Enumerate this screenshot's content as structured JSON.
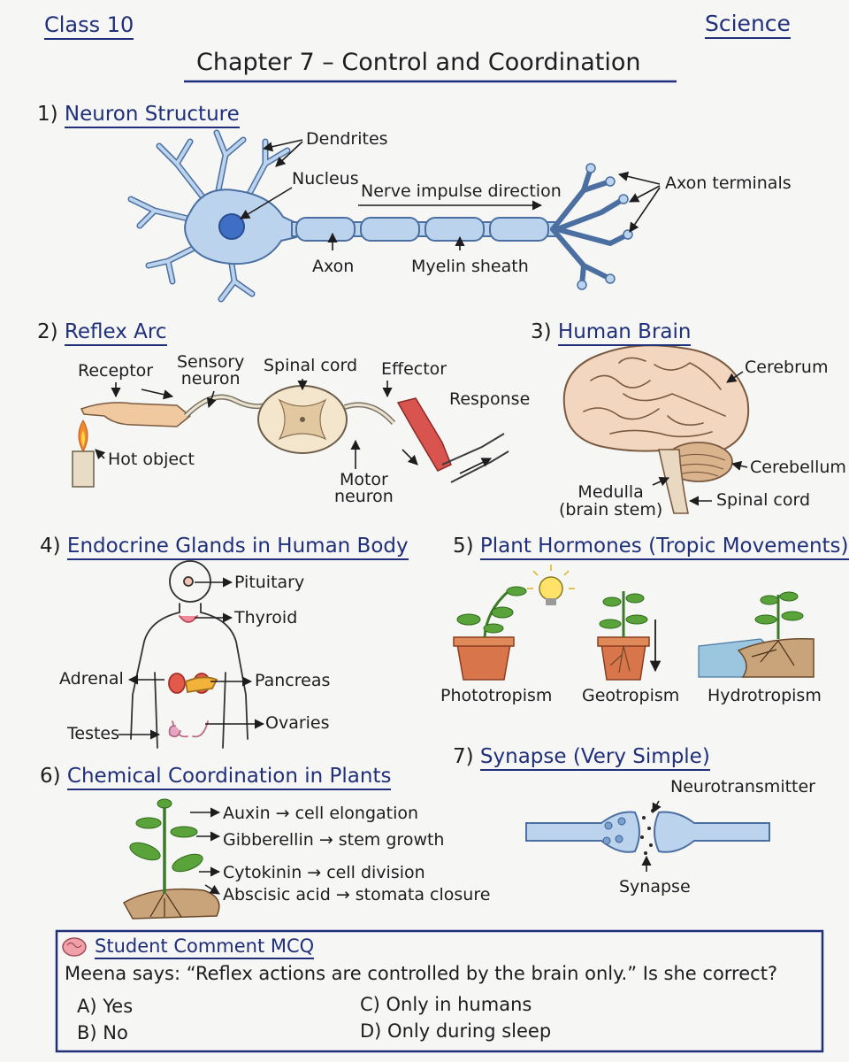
{
  "header": {
    "class": "Class 10",
    "subject": "Science",
    "title": "Chapter 7 – Control and Coordination"
  },
  "sections": [
    {
      "num": "1)",
      "title": "Neuron Structure"
    },
    {
      "num": "2)",
      "title": "Reflex Arc"
    },
    {
      "num": "3)",
      "title": "Human Brain"
    },
    {
      "num": "4)",
      "title": "Endocrine Glands in Human Body"
    },
    {
      "num": "5)",
      "title": "Plant Hormones (Tropic Movements)"
    },
    {
      "num": "6)",
      "title": "Chemical Coordination in Plants"
    },
    {
      "num": "7)",
      "title": "Synapse (Very Simple)"
    }
  ],
  "neuron": {
    "dendrites": "Dendrites",
    "nucleus": "Nucleus",
    "impulse": "Nerve impulse direction",
    "terminals": "Axon terminals",
    "axon": "Axon",
    "myelin": "Myelin sheath"
  },
  "reflex": {
    "receptor": "Receptor",
    "sensory1": "Sensory",
    "sensory2": "neuron",
    "spinal": "Spinal cord",
    "effector": "Effector",
    "response": "Response",
    "hot": "Hot object",
    "motor1": "Motor",
    "motor2": "neuron"
  },
  "brain": {
    "cerebrum": "Cerebrum",
    "cerebellum": "Cerebellum",
    "spinal": "Spinal cord",
    "medulla1": "Medulla",
    "medulla2": "(brain stem)"
  },
  "endocrine": {
    "pituitary": "Pituitary",
    "thyroid": "Thyroid",
    "adrenal": "Adrenal",
    "pancreas": "Pancreas",
    "ovaries": "Ovaries",
    "testes": "Testes"
  },
  "tropic": {
    "photo": "Phototropism",
    "geo": "Geotropism",
    "hydro": "Hydrotropism"
  },
  "hormones": {
    "auxin": "Auxin → cell elongation",
    "gibberellin": "Gibberellin → stem growth",
    "cytokinin": "Cytokinin → cell division",
    "abscisic": "Abscisic acid → stomata closure"
  },
  "synapse": {
    "neurotransmitter": "Neurotransmitter",
    "synapse": "Synapse"
  },
  "mcq": {
    "heading": "Student Comment MCQ",
    "question": "Meena says: “Reflex actions are controlled by the brain only.” Is she correct?",
    "options": [
      "A) Yes",
      "B) No",
      "C) Only in humans",
      "D) Only during sleep"
    ]
  },
  "colors": {
    "navy": "#1f2f7a",
    "neuron_blue": "#bcd3ee",
    "leaf_green": "#5aa33a",
    "pot_terracotta": "#d9754a"
  }
}
